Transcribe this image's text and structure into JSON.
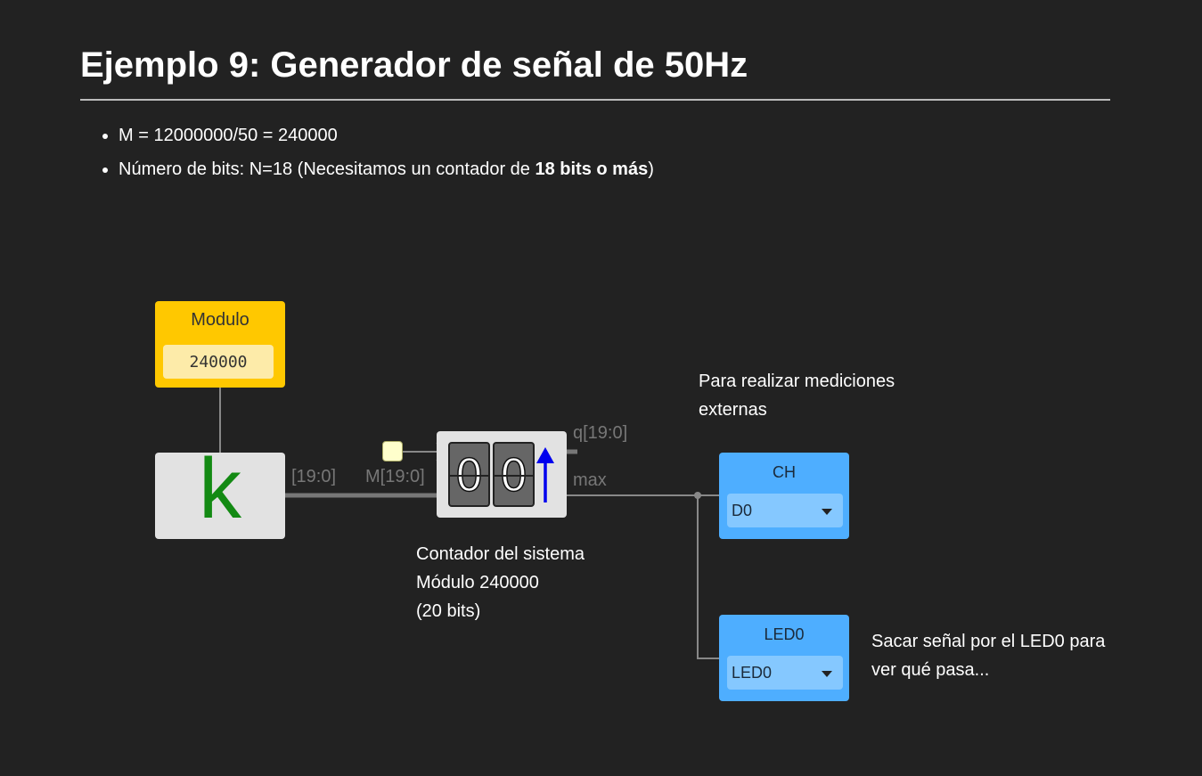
{
  "slide": {
    "title": "Ejemplo 9: Generador de señal de 50Hz",
    "bullets": {
      "b1": "M = 12000000/50 = 240000",
      "b2_prefix": "Número de bits: N=18 (Necesitamos un contador de ",
      "b2_bold": "18 bits o más",
      "b2_suffix": ")"
    }
  },
  "circuit": {
    "modulo_block": {
      "label": "Modulo",
      "value": "240000"
    },
    "constant_block": {
      "symbol": "k"
    },
    "counter_block": {
      "digits": [
        "0",
        "0"
      ]
    },
    "wire_labels": {
      "const_out": "[19:0]",
      "counter_in": "M[19:0]",
      "counter_q": "q[19:0]",
      "counter_max": "max"
    },
    "ch_block": {
      "label": "CH",
      "selected": "D0"
    },
    "led_block": {
      "label": "LED0",
      "selected": "LED0"
    },
    "notes": {
      "counter": "Contador del sistema\nMódulo 240000\n(20 bits)",
      "measure": "Para realizar mediciones\nexternas",
      "led": "Sacar señal por el LED0 para\nver qué pasa..."
    }
  },
  "colors": {
    "background": "#222222",
    "modulo": "#ffc800",
    "io_block": "#4eaeff",
    "k_symbol": "#138a13",
    "up_arrow": "#0000ee"
  }
}
